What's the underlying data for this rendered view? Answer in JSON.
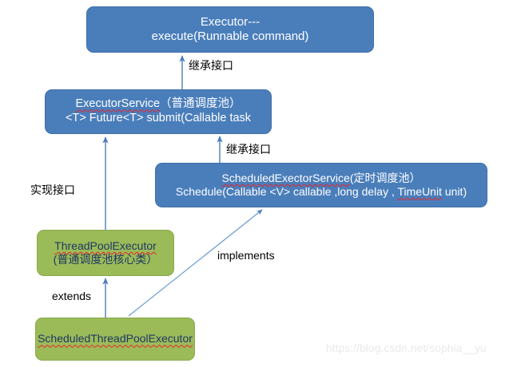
{
  "diagram": {
    "title": "Java Executor class hierarchy diagram",
    "colors": {
      "interface_fill": "#4a7ebb",
      "interface_text": "#ffffff",
      "class_fill": "#9bbb59",
      "class_text": "#1f3864",
      "arrow": "#4a7ebb",
      "spellcheck_underline": "#e8252a",
      "watermark": "#eaeaea"
    },
    "nodes": [
      {
        "id": "executor",
        "kind": "interface",
        "line1": "Executor---",
        "line2": "execute(Runnable  command)"
      },
      {
        "id": "executor-service",
        "kind": "interface",
        "line1_main": "ExecutorService",
        "line1_note": "（普通调度池）",
        "line2": "<T> Future<T> submit(Callable task"
      },
      {
        "id": "scheduled-executor-service",
        "kind": "interface",
        "line1_main": "ScheduledExectorService",
        "line1_note": "(定时调度池）",
        "line2_pre": "Schedule(Callable <V> callable ,long delay , ",
        "line2_spell": "TimeUnit",
        "line2_post": " unit)"
      },
      {
        "id": "thread-pool-executor",
        "kind": "class",
        "line1": "ThreadPoolExecutor",
        "line2": "(普通调度池核心类）"
      },
      {
        "id": "scheduled-thread-pool-executor",
        "kind": "class",
        "line1": "ScheduledThreadPoolExecutor"
      }
    ],
    "edges": [
      {
        "id": "executor-service-to-executor",
        "from": "executor-service",
        "to": "executor",
        "label": "继承接口"
      },
      {
        "id": "scheduled-executor-service-to-executor-service",
        "from": "scheduled-executor-service",
        "to": "executor-service",
        "label": "继承接口"
      },
      {
        "id": "thread-pool-executor-to-executor-service",
        "from": "thread-pool-executor",
        "to": "executor-service",
        "label": "实现接口"
      },
      {
        "id": "scheduled-thread-pool-executor-to-thread-pool-executor",
        "from": "scheduled-thread-pool-executor",
        "to": "thread-pool-executor",
        "label": "extends"
      },
      {
        "id": "scheduled-thread-pool-executor-to-scheduled-executor-service",
        "from": "scheduled-thread-pool-executor",
        "to": "scheduled-executor-service",
        "label": "implements"
      }
    ],
    "watermark": "https://blog.csdn.net/sophia__yu"
  }
}
